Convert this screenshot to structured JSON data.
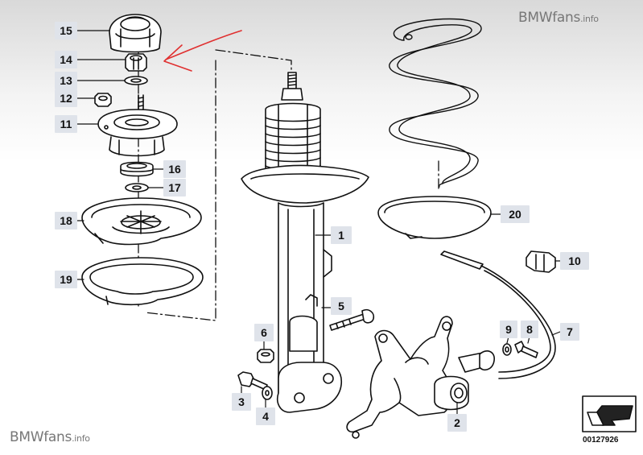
{
  "watermark": {
    "top_main": "BMWfans",
    "top_suffix": ".info",
    "bottom_main": "BMWfans",
    "bottom_suffix": ".info"
  },
  "document_number": "00127926",
  "part_labels": {
    "p1": "1",
    "p2": "2",
    "p3": "3",
    "p4": "4",
    "p5": "5",
    "p6": "6",
    "p7": "7",
    "p8": "8",
    "p9": "9",
    "p10": "10",
    "p11": "11",
    "p12": "12",
    "p13": "13",
    "p14": "14",
    "p15": "15",
    "p16": "16",
    "p17": "17",
    "p18": "18",
    "p19": "19",
    "p20": "20"
  },
  "colors": {
    "label_bg": "#dfe3ea",
    "annotation_arrow": "#e03030",
    "line": "#111111"
  }
}
